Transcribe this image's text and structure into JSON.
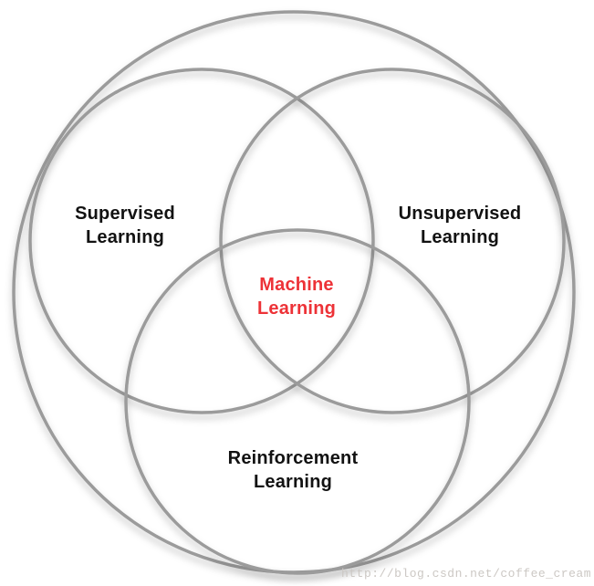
{
  "venn": {
    "left_label": "Supervised Learning",
    "right_label": "Unsupervised Learning",
    "bottom_label": "Reinforcement Learning",
    "center_label": "Machine Learning"
  },
  "watermark": "http://blog.csdn.net/coffee_cream",
  "colors": {
    "background": "#ffffff",
    "circle_stroke": "#9b9b9b",
    "label_text": "#121212",
    "center_text": "#ed3237",
    "watermark_text": "#ccc8c4"
  }
}
